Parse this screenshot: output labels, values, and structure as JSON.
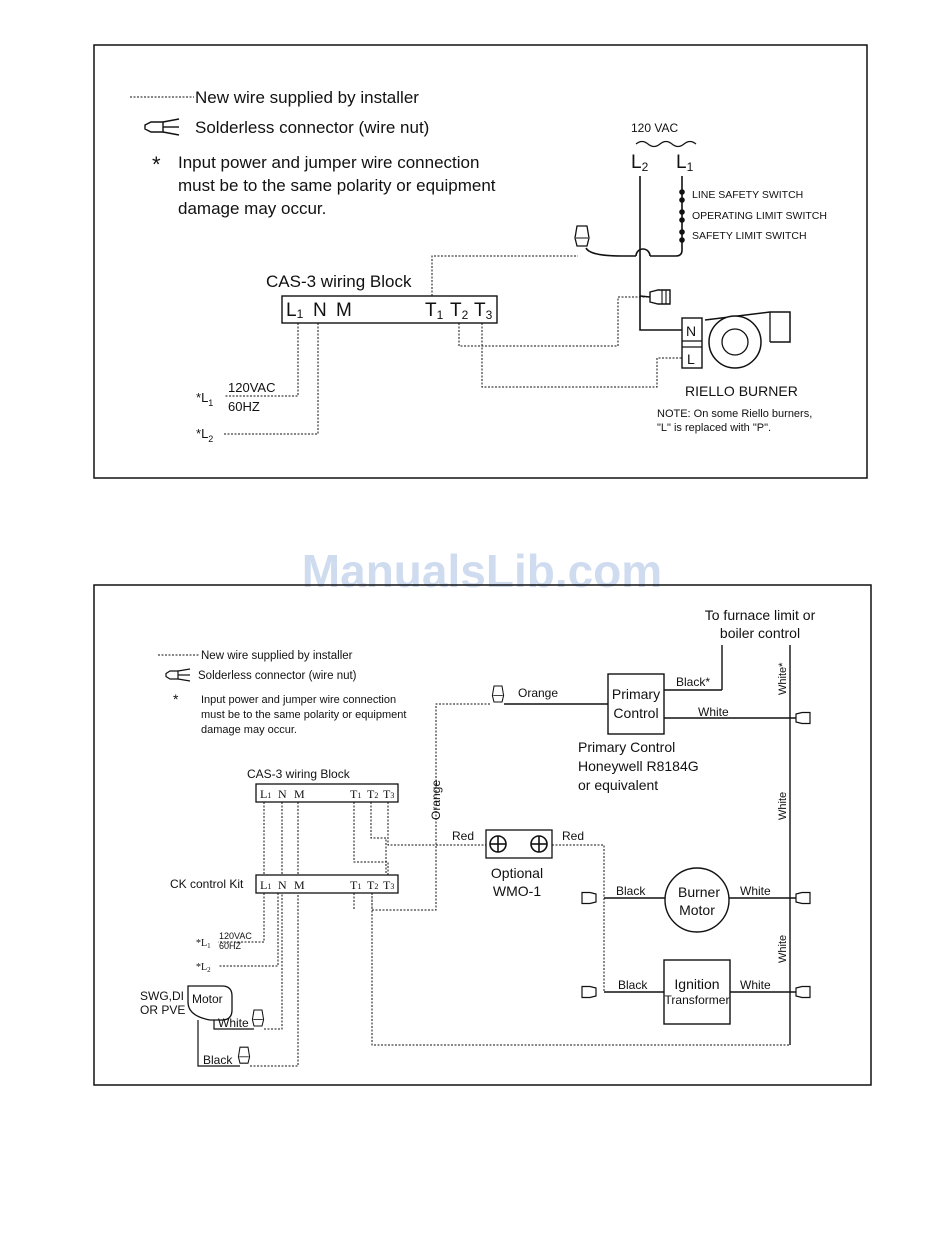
{
  "watermark": {
    "text": "ManualsLib.com",
    "color": "#cfdcf0"
  },
  "diagram1": {
    "legend": {
      "new_wire": "New wire supplied by installer",
      "connector": "Solderless connector (wire nut)",
      "note_star": "*",
      "note_line1": "Input power and jumper wire connection",
      "note_line2": "must be to the same polarity or equipment",
      "note_line3": "damage may occur."
    },
    "block_title": "CAS-3 wiring Block",
    "terminals": {
      "L1": "L",
      "L1_sub": "1",
      "N": "N",
      "M": "M",
      "T": "T",
      "T1_sub": "1",
      "T2_sub": "2",
      "T3_sub": "3"
    },
    "supply": {
      "vac": "120 VAC",
      "L": "L",
      "L2_sub": "2",
      "L1_sub": "1"
    },
    "switches": [
      "LINE SAFETY SWITCH",
      "OPERATING LIMIT SWITCH",
      "SAFETY LIMIT SWITCH"
    ],
    "burner": {
      "N": "N",
      "L": "L",
      "label": "RIELLO BURNER"
    },
    "note": {
      "line1": "NOTE: On some Riello burners,",
      "line2": "\"L\" is replaced with \"P\"."
    },
    "input": {
      "star": "*",
      "L": "L",
      "sub1": "1",
      "sub2": "2",
      "vac": "120VAC",
      "hz": "60HZ"
    }
  },
  "diagram2": {
    "legend": {
      "new_wire": "New wire supplied by installer",
      "connector": "Solderless connector (wire nut)",
      "note_star": "*",
      "note_line1": "Input power and jumper wire connection",
      "note_line2": "must be to the same polarity or equipment",
      "note_line3": "damage may occur."
    },
    "furnace": {
      "line1": "To furnace limit or",
      "line2": "boiler control"
    },
    "primary": {
      "box1": "Primary",
      "box2": "Control",
      "desc1": "Primary Control",
      "desc2": "Honeywell R8184G",
      "desc3": "or equivalent"
    },
    "wires": {
      "orange": "Orange",
      "black": "Black",
      "black_star": "Black*",
      "white": "White",
      "white_star": "White*",
      "red": "Red"
    },
    "cas3_title": "CAS-3 wiring Block",
    "ck_title": "CK control Kit",
    "terminals": {
      "L1": "L",
      "L1_sub": "1",
      "N": "N",
      "M": "M",
      "T": "T",
      "T1_sub": "1",
      "T2_sub": "2",
      "T3_sub": "3"
    },
    "wmo": {
      "line1": "Optional",
      "line2": "WMO-1"
    },
    "burner_motor": {
      "line1": "Burner",
      "line2": "Motor"
    },
    "ignition": {
      "line1": "Ignition",
      "line2": "Transformer"
    },
    "input": {
      "star": "*",
      "L": "L",
      "sub1": "1",
      "sub2": "2",
      "vac": "120VAC",
      "hz": "60HZ"
    },
    "motor": {
      "label": "Motor",
      "side1": "SWG,DI",
      "side2": "OR PVE"
    }
  }
}
